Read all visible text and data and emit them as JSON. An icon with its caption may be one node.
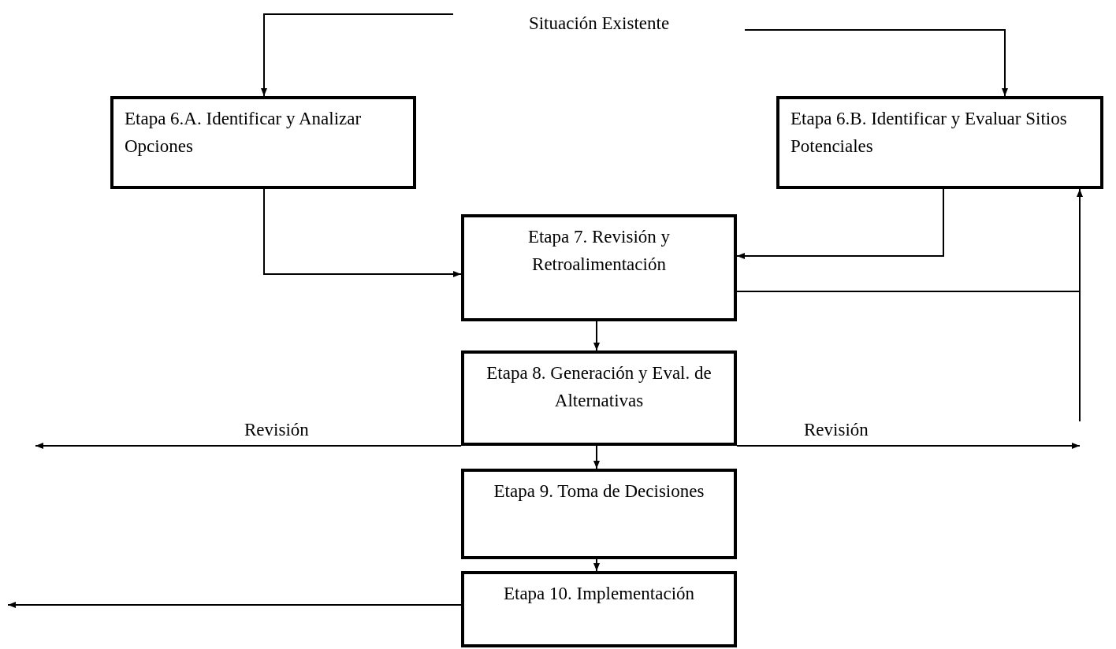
{
  "diagram": {
    "nodes": [
      {
        "text": [
          "Situación Existente"
        ]
      },
      {
        "text": [
          "Etapa 6.A. Identificar y Analizar Opciones"
        ]
      },
      {
        "text": [
          "Etapa 6.B. Identificar y Evaluar Sitios Potenciales"
        ]
      },
      {
        "text": [
          "Etapa 7. Revisión y Retroalimentación"
        ]
      },
      {
        "text": [
          "Etapa 8. Generación y Eval. de Alternativas"
        ]
      },
      {
        "text": [
          "Etapa 9. Toma de Decisiones"
        ]
      },
      {
        "text": [
          "Etapa 10. Implementación"
        ]
      }
    ],
    "edges": [
      {
        "from": 0,
        "to": 1,
        "arrow": "to"
      },
      {
        "from": 0,
        "to": 2,
        "arrow": "to"
      },
      {
        "from": 1,
        "to": 3,
        "arrow": "to"
      },
      {
        "from": 2,
        "to": 3,
        "arrow": "to"
      },
      {
        "from": 3,
        "to": 2,
        "arrow": "to"
      },
      {
        "from": 3,
        "to": 4,
        "arrow": "to"
      },
      {
        "from": 4,
        "to": 5,
        "arrow": "to"
      },
      {
        "from": 5,
        "to": 6,
        "arrow": "to"
      },
      {
        "from": 4,
        "to": null,
        "arrow": "to",
        "label": "Revisión"
      },
      {
        "from": 4,
        "to": null,
        "arrow": "to",
        "label": "Revisión"
      },
      {
        "from": 6,
        "to": null,
        "arrow": "to"
      }
    ]
  }
}
